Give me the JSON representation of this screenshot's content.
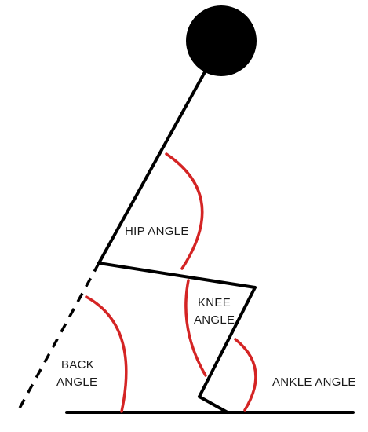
{
  "labels": {
    "hip": "HIP ANGLE",
    "knee_line1": "KNEE",
    "knee_line2": "ANGLE",
    "back_line1": "BACK",
    "back_line2": "ANGLE",
    "ankle": "ANKLE ANGLE"
  },
  "colors": {
    "body": "#000000",
    "angle_arc": "#d42424",
    "text": "#1a1a1a",
    "background": "#ffffff"
  }
}
